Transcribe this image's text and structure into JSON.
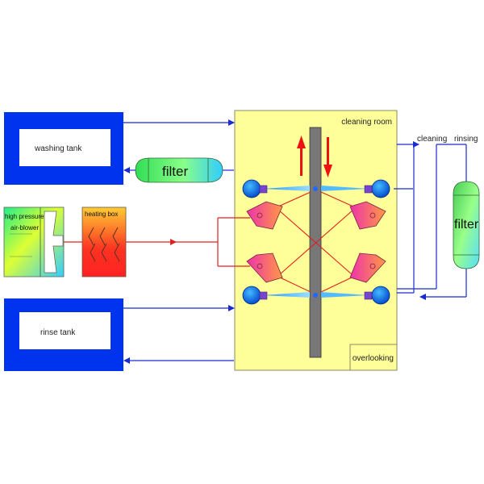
{
  "labels": {
    "washing_tank": "washing tank",
    "rinse_tank": "rinse tank",
    "filter_left": "filter",
    "filter_right": "filter",
    "cleaning_room": "cleaning room",
    "cleaning": "cleaning",
    "rinsing": "rinsing",
    "overlooking": "overlooking",
    "high_pressure": "high pressure",
    "air_blower": "air-blower",
    "heating_box": "heating box"
  },
  "colors": {
    "tank_border": "#0033ee",
    "chamber_fill": "#ffff99",
    "pipe_blue": "#1a2ccc",
    "pipe_red": "#e02020",
    "arrow_red": "#ee1111",
    "belt": "#777777"
  }
}
